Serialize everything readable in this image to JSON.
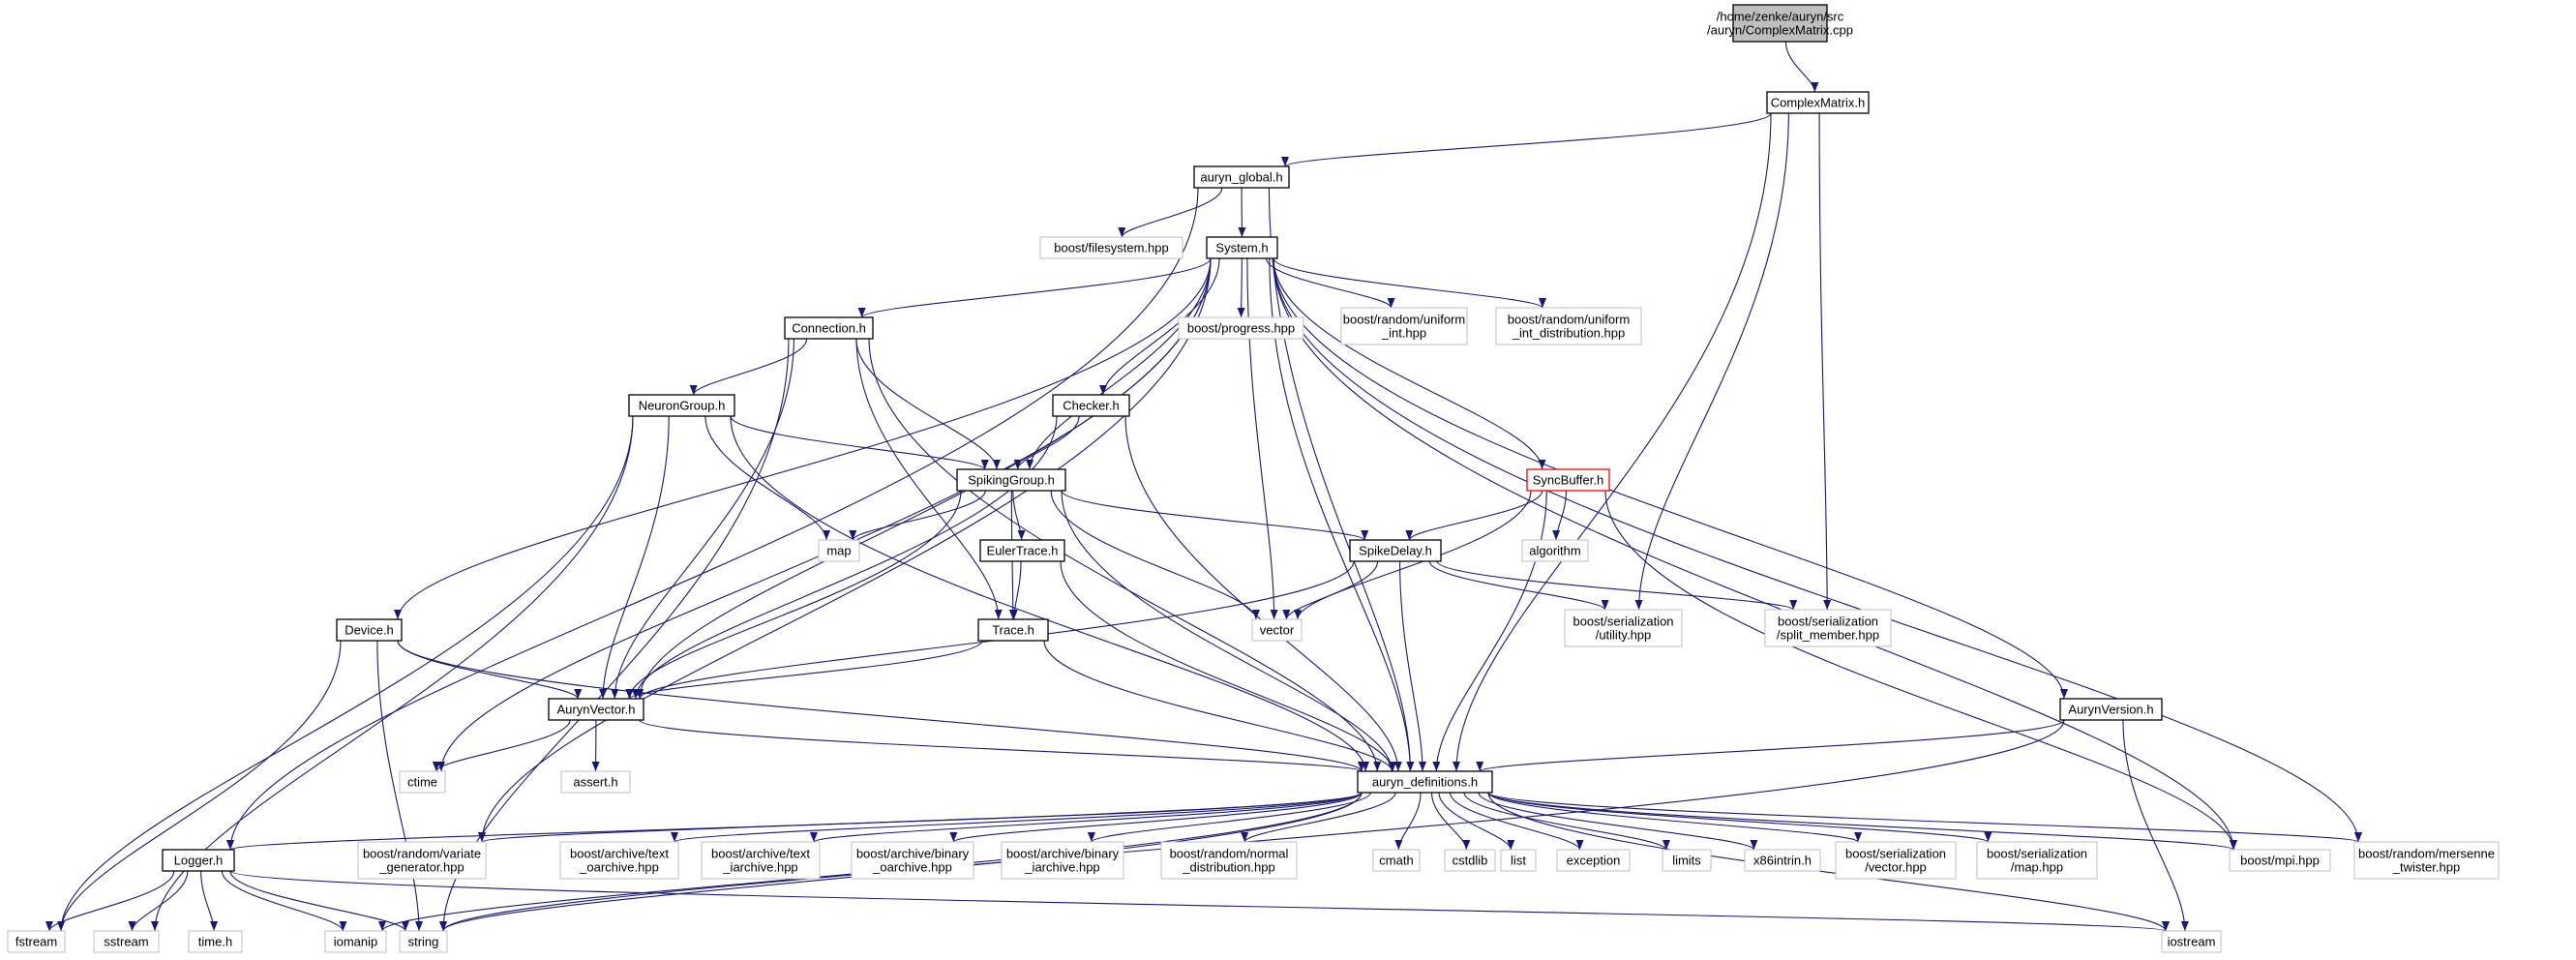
{
  "graph": {
    "root_file": [
      "/home/zenke/auryn/src",
      "/auryn/ComplexMatrix.cpp"
    ],
    "colors": {
      "edge": "#191970",
      "node_border": "#000000",
      "system_node_border": "#bfbfbf",
      "root_fill": "#bfbfbf",
      "highlight_border": "#ff0000"
    },
    "nodes": {
      "root": {
        "lines": [
          "/home/zenke/auryn/src",
          "/auryn/ComplexMatrix.cpp"
        ],
        "style": "root"
      },
      "complexmatrix": {
        "lines": [
          "ComplexMatrix.h"
        ],
        "style": "local"
      },
      "auryn_global": {
        "lines": [
          "auryn_global.h"
        ],
        "style": "local"
      },
      "filesystem": {
        "lines": [
          "boost/filesystem.hpp"
        ],
        "style": "system"
      },
      "system": {
        "lines": [
          "System.h"
        ],
        "style": "local"
      },
      "connection": {
        "lines": [
          "Connection.h"
        ],
        "style": "local"
      },
      "progress": {
        "lines": [
          "boost/progress.hpp"
        ],
        "style": "system"
      },
      "uniform_int": {
        "lines": [
          "boost/random/uniform",
          "_int.hpp"
        ],
        "style": "system"
      },
      "uniform_int_dist": {
        "lines": [
          "boost/random/uniform",
          "_int_distribution.hpp"
        ],
        "style": "system"
      },
      "neurongroup": {
        "lines": [
          "NeuronGroup.h"
        ],
        "style": "local"
      },
      "checker": {
        "lines": [
          "Checker.h"
        ],
        "style": "local"
      },
      "syncbuffer": {
        "lines": [
          "SyncBuffer.h"
        ],
        "style": "highlight"
      },
      "spikinggroup": {
        "lines": [
          "SpikingGroup.h"
        ],
        "style": "local"
      },
      "map": {
        "lines": [
          "map"
        ],
        "style": "system"
      },
      "eulertrace": {
        "lines": [
          "EulerTrace.h"
        ],
        "style": "local"
      },
      "spikedelay": {
        "lines": [
          "SpikeDelay.h"
        ],
        "style": "local"
      },
      "algorithm": {
        "lines": [
          "algorithm"
        ],
        "style": "system"
      },
      "device": {
        "lines": [
          "Device.h"
        ],
        "style": "local"
      },
      "trace": {
        "lines": [
          "Trace.h"
        ],
        "style": "local"
      },
      "vector": {
        "lines": [
          "vector"
        ],
        "style": "system"
      },
      "ser_utility": {
        "lines": [
          "boost/serialization",
          "/utility.hpp"
        ],
        "style": "system"
      },
      "ser_split_member": {
        "lines": [
          "boost/serialization",
          "/split_member.hpp"
        ],
        "style": "system"
      },
      "aurynvector": {
        "lines": [
          "AurynVector.h"
        ],
        "style": "local"
      },
      "aurynversion": {
        "lines": [
          "AurynVersion.h"
        ],
        "style": "local"
      },
      "ctime": {
        "lines": [
          "ctime"
        ],
        "style": "system"
      },
      "assert": {
        "lines": [
          "assert.h"
        ],
        "style": "system"
      },
      "auryn_definitions": {
        "lines": [
          "auryn_definitions.h"
        ],
        "style": "local"
      },
      "logger": {
        "lines": [
          "Logger.h"
        ],
        "style": "local"
      },
      "variate_generator": {
        "lines": [
          "boost/random/variate",
          "_generator.hpp"
        ],
        "style": "system"
      },
      "text_oarchive": {
        "lines": [
          "boost/archive/text",
          "_oarchive.hpp"
        ],
        "style": "system"
      },
      "text_iarchive": {
        "lines": [
          "boost/archive/text",
          "_iarchive.hpp"
        ],
        "style": "system"
      },
      "binary_oarchive": {
        "lines": [
          "boost/archive/binary",
          "_oarchive.hpp"
        ],
        "style": "system"
      },
      "binary_iarchive": {
        "lines": [
          "boost/archive/binary",
          "_iarchive.hpp"
        ],
        "style": "system"
      },
      "normal_distribution": {
        "lines": [
          "boost/random/normal",
          "_distribution.hpp"
        ],
        "style": "system"
      },
      "cmath": {
        "lines": [
          "cmath"
        ],
        "style": "system"
      },
      "cstdlib": {
        "lines": [
          "cstdlib"
        ],
        "style": "system"
      },
      "list": {
        "lines": [
          "list"
        ],
        "style": "system"
      },
      "exception": {
        "lines": [
          "exception"
        ],
        "style": "system"
      },
      "limits": {
        "lines": [
          "limits"
        ],
        "style": "system"
      },
      "x86intrin": {
        "lines": [
          "x86intrin.h"
        ],
        "style": "system"
      },
      "ser_vector": {
        "lines": [
          "boost/serialization",
          "/vector.hpp"
        ],
        "style": "system"
      },
      "ser_map": {
        "lines": [
          "boost/serialization",
          "/map.hpp"
        ],
        "style": "system"
      },
      "mpi": {
        "lines": [
          "boost/mpi.hpp"
        ],
        "style": "system"
      },
      "mersenne_twister": {
        "lines": [
          "boost/random/mersenne",
          "_twister.hpp"
        ],
        "style": "system"
      },
      "fstream": {
        "lines": [
          "fstream"
        ],
        "style": "system"
      },
      "sstream": {
        "lines": [
          "sstream"
        ],
        "style": "system"
      },
      "time": {
        "lines": [
          "time.h"
        ],
        "style": "system"
      },
      "iomanip": {
        "lines": [
          "iomanip"
        ],
        "style": "system"
      },
      "string": {
        "lines": [
          "string"
        ],
        "style": "system"
      },
      "iostream": {
        "lines": [
          "iostream"
        ],
        "style": "system"
      }
    },
    "edges": [
      [
        "root",
        "complexmatrix"
      ],
      [
        "complexmatrix",
        "auryn_global"
      ],
      [
        "complexmatrix",
        "ser_utility"
      ],
      [
        "complexmatrix",
        "ser_split_member"
      ],
      [
        "complexmatrix",
        "auryn_definitions"
      ],
      [
        "auryn_global",
        "logger"
      ],
      [
        "auryn_global",
        "filesystem"
      ],
      [
        "auryn_global",
        "system"
      ],
      [
        "auryn_global",
        "auryn_definitions"
      ],
      [
        "system",
        "connection"
      ],
      [
        "system",
        "progress"
      ],
      [
        "system",
        "uniform_int"
      ],
      [
        "system",
        "uniform_int_dist"
      ],
      [
        "system",
        "checker"
      ],
      [
        "system",
        "syncbuffer"
      ],
      [
        "system",
        "spikinggroup"
      ],
      [
        "system",
        "device"
      ],
      [
        "system",
        "vector"
      ],
      [
        "system",
        "aurynvector"
      ],
      [
        "system",
        "aurynversion"
      ],
      [
        "system",
        "ctime"
      ],
      [
        "system",
        "variate_generator"
      ],
      [
        "system",
        "mpi"
      ],
      [
        "system",
        "mersenne_twister"
      ],
      [
        "system",
        "auryn_definitions"
      ],
      [
        "connection",
        "neurongroup"
      ],
      [
        "connection",
        "spikinggroup"
      ],
      [
        "connection",
        "aurynvector"
      ],
      [
        "connection",
        "trace"
      ],
      [
        "connection",
        "auryn_definitions"
      ],
      [
        "connection",
        "string"
      ],
      [
        "neurongroup",
        "spikinggroup"
      ],
      [
        "neurongroup",
        "map"
      ],
      [
        "neurongroup",
        "aurynvector"
      ],
      [
        "neurongroup",
        "auryn_definitions"
      ],
      [
        "neurongroup",
        "fstream"
      ],
      [
        "neurongroup",
        "sstream"
      ],
      [
        "checker",
        "spikinggroup"
      ],
      [
        "checker",
        "aurynvector"
      ],
      [
        "checker",
        "auryn_definitions"
      ],
      [
        "syncbuffer",
        "spikedelay"
      ],
      [
        "syncbuffer",
        "algorithm"
      ],
      [
        "syncbuffer",
        "vector"
      ],
      [
        "syncbuffer",
        "auryn_definitions"
      ],
      [
        "syncbuffer",
        "mpi"
      ],
      [
        "spikinggroup",
        "map"
      ],
      [
        "spikinggroup",
        "eulertrace"
      ],
      [
        "spikinggroup",
        "spikedelay"
      ],
      [
        "spikinggroup",
        "vector"
      ],
      [
        "spikinggroup",
        "trace"
      ],
      [
        "spikinggroup",
        "aurynvector"
      ],
      [
        "spikinggroup",
        "auryn_definitions"
      ],
      [
        "eulertrace",
        "trace"
      ],
      [
        "eulertrace",
        "auryn_definitions"
      ],
      [
        "spikedelay",
        "vector"
      ],
      [
        "spikedelay",
        "ser_utility"
      ],
      [
        "spikedelay",
        "ser_split_member"
      ],
      [
        "spikedelay",
        "aurynvector"
      ],
      [
        "spikedelay",
        "auryn_definitions"
      ],
      [
        "device",
        "aurynvector"
      ],
      [
        "device",
        "auryn_definitions"
      ],
      [
        "device",
        "fstream"
      ],
      [
        "device",
        "string"
      ],
      [
        "trace",
        "aurynvector"
      ],
      [
        "trace",
        "auryn_definitions"
      ],
      [
        "aurynvector",
        "ctime"
      ],
      [
        "aurynvector",
        "assert"
      ],
      [
        "aurynvector",
        "auryn_definitions"
      ],
      [
        "aurynversion",
        "auryn_definitions"
      ],
      [
        "aurynversion",
        "string"
      ],
      [
        "aurynversion",
        "iostream"
      ],
      [
        "auryn_definitions",
        "logger"
      ],
      [
        "auryn_definitions",
        "variate_generator"
      ],
      [
        "auryn_definitions",
        "text_oarchive"
      ],
      [
        "auryn_definitions",
        "text_iarchive"
      ],
      [
        "auryn_definitions",
        "binary_oarchive"
      ],
      [
        "auryn_definitions",
        "binary_iarchive"
      ],
      [
        "auryn_definitions",
        "normal_distribution"
      ],
      [
        "auryn_definitions",
        "cmath"
      ],
      [
        "auryn_definitions",
        "cstdlib"
      ],
      [
        "auryn_definitions",
        "list"
      ],
      [
        "auryn_definitions",
        "exception"
      ],
      [
        "auryn_definitions",
        "limits"
      ],
      [
        "auryn_definitions",
        "x86intrin"
      ],
      [
        "auryn_definitions",
        "ser_vector"
      ],
      [
        "auryn_definitions",
        "ser_map"
      ],
      [
        "auryn_definitions",
        "mpi"
      ],
      [
        "auryn_definitions",
        "mersenne_twister"
      ],
      [
        "auryn_definitions",
        "iomanip"
      ],
      [
        "auryn_definitions",
        "string"
      ],
      [
        "auryn_definitions",
        "iostream"
      ],
      [
        "logger",
        "fstream"
      ],
      [
        "logger",
        "sstream"
      ],
      [
        "logger",
        "time"
      ],
      [
        "logger",
        "iomanip"
      ],
      [
        "logger",
        "string"
      ],
      [
        "logger",
        "iostream"
      ]
    ]
  }
}
